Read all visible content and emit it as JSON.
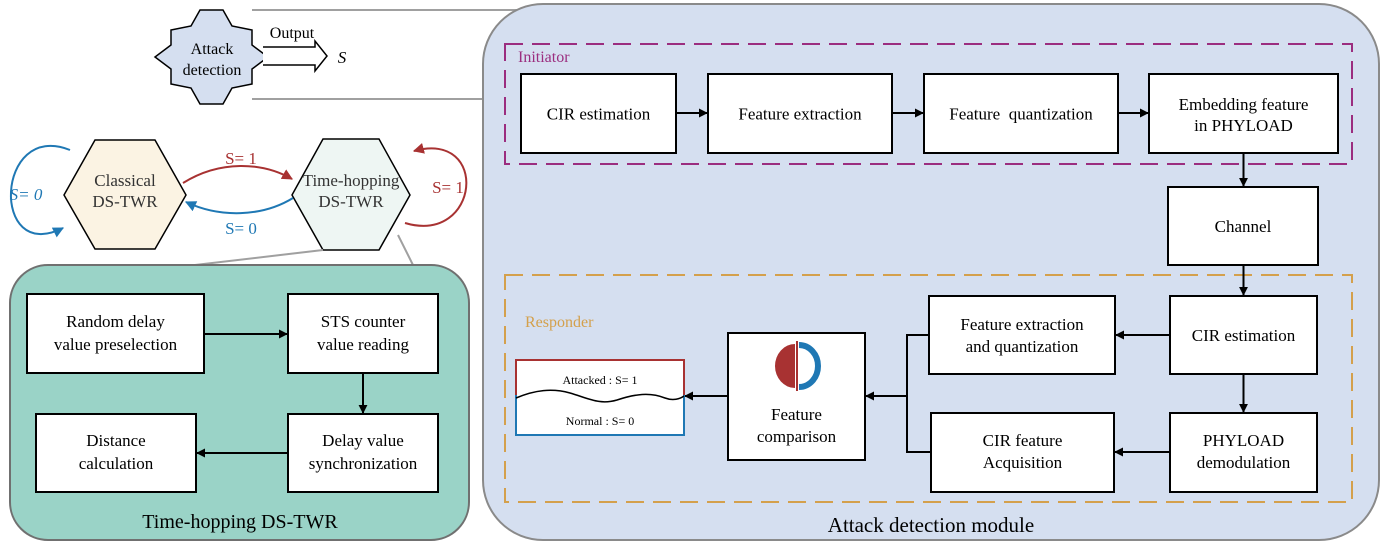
{
  "attack_detection_icon": {
    "line1": "Attack",
    "line2": "detection",
    "output_label": "Output",
    "output_symbol": "S"
  },
  "state_machine": {
    "classical": {
      "line1": "Classical",
      "line2": "DS-TWR"
    },
    "time_hopping": {
      "line1": "Time-hopping",
      "line2": "DS-TWR"
    },
    "transitions": {
      "self_classical": "S= 0",
      "classical_to_th": "S= 1",
      "th_to_classical": "S= 0",
      "self_th": "S= 1"
    },
    "colors": {
      "blue": "#1f78b4",
      "red": "#a83232",
      "classical_fill": "#fbf3e3",
      "th_fill": "#eef6f3"
    }
  },
  "th_panel": {
    "title": "Time-hopping DS-TWR",
    "color": "#9ad3c7",
    "boxes": {
      "random_delay": [
        "Random delay",
        "value preselection"
      ],
      "sts_counter": [
        "STS counter",
        "value reading"
      ],
      "delay_sync": [
        "Delay value",
        "synchronization"
      ],
      "distance_calc": [
        "Distance",
        "calculation"
      ]
    }
  },
  "module": {
    "title": "Attack detection module",
    "color": "#d5dff0",
    "initiator": {
      "label": "Initiator",
      "color": "#9b2d7f",
      "boxes": {
        "cir_estimation": [
          "CIR estimation"
        ],
        "feature_extraction": [
          "Feature extraction"
        ],
        "feature_quantization": [
          "Feature  quantization"
        ],
        "embedding": [
          "Embedding feature",
          "in PHYLOAD"
        ]
      }
    },
    "channel": [
      "Channel"
    ],
    "responder": {
      "label": "Responder",
      "color": "#d4a04c",
      "boxes": {
        "cir_estimation": [
          "CIR estimation"
        ],
        "phyload_demod": [
          "PHYLOAD",
          "demodulation"
        ],
        "feature_extract_quant": [
          "Feature extraction",
          "and quantization"
        ],
        "cir_feature_acq": [
          "CIR feature",
          "Acquisition"
        ],
        "feature_comparison": [
          "Feature",
          "comparison"
        ]
      }
    },
    "result": {
      "attacked": "Attacked : S= 1",
      "normal": "Normal : S= 0"
    }
  }
}
